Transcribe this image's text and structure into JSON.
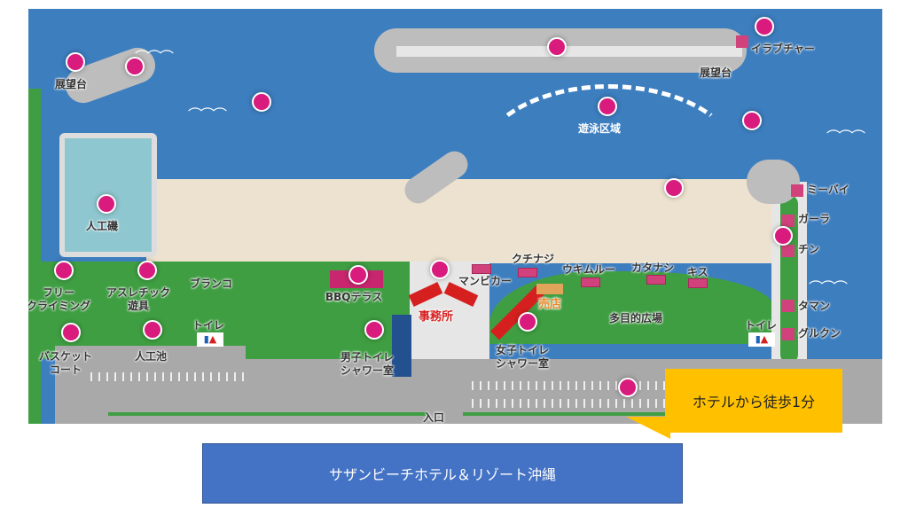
{
  "map": {
    "labels": {
      "observatory_left": "展望台",
      "observatory_right": "展望台",
      "swim_area": "遊泳区域",
      "artificial_rocks": "人工磯",
      "free_climbing": "フリー\nクライミング",
      "athletic": "アスレチック\n遊具",
      "swing": "ブランコ",
      "bbq": "BBQテラス",
      "office": "事務所",
      "men_shower": "男子トイレ\nシャワー室",
      "women_shower": "女子トイレ\nシャワー室",
      "shop": "売店",
      "plaza": "多目的広場",
      "basketball": "バスケット\nコート",
      "pond": "人工池",
      "toilet_left": "トイレ",
      "toilet_right": "トイレ",
      "entrance": "入口"
    },
    "tents": [
      "マンビカー",
      "クチナジ",
      "ウキムルー",
      "カタナシ",
      "キス",
      "イラブチャー",
      "ミーバイ",
      "ガーラ",
      "チン",
      "タマン",
      "グルクン"
    ],
    "pin_color": "#d81b7d",
    "sea_color": "#3d7ebf"
  },
  "callout": "ホテルから徒歩1分",
  "caption": "サザンビーチホテル＆リゾート沖縄"
}
